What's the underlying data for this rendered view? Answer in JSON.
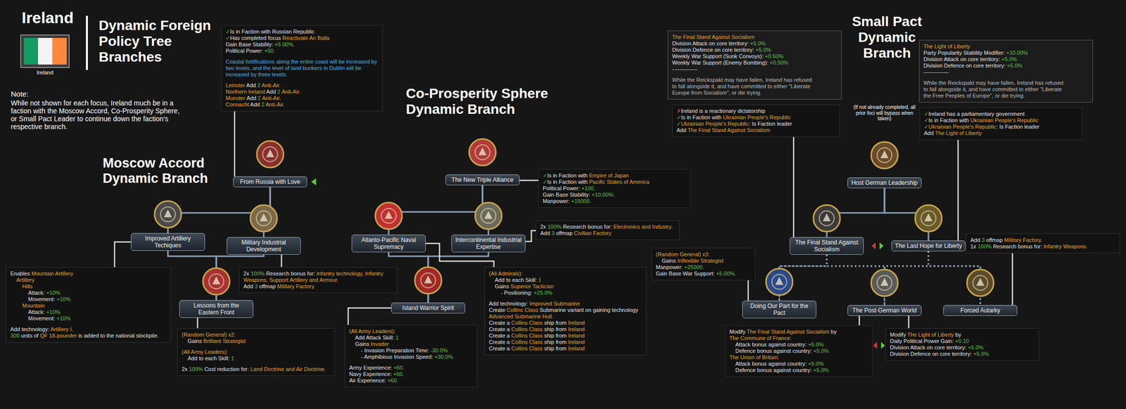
{
  "diagram": {
    "title": "Dynamic Foreign Policy Tree Branches",
    "nodes": [
      {
        "text": [
          "✓Is in Faction with Russian Republic",
          "✓Has completed focus Reactivate An Balla",
          "Gain Base Stability: +5.00%.",
          "Political Power: +50.",
          "Coastal fortifications along the entire coast will be increased by two levels, and the level of land bunkers in Dublin will be increased by three levels.",
          "Leinster Add 2 Anti-Air.",
          "Northern Ireland Add 2 Anti-Air.",
          "Munster Add 2 Anti-Air.",
          "Connacht Add 2 Anti-Air."
        ]
      },
      {
        "text": [
          "From Russia with Love"
        ]
      },
      {
        "text": [
          "Improved Artillery Techiques"
        ]
      },
      {
        "text": [
          "Military Industrial Development"
        ]
      },
      {
        "text": [
          "Enables Mountain Artillery",
          "Artillery",
          "Hills",
          "Attack: +10%",
          "Movement: +10%",
          "Mountain",
          "Attack: +10%",
          "Movement: +10%",
          "Add technology: Artillery I.",
          "300 units of QF 18-pounder is added to the national stockpile."
        ]
      },
      {
        "text": [
          "2x 100% Research bonus for: Infantry technology, Infantry Weapons, Support Artillery and Armour.",
          "Add 3 offmap Military Factory."
        ]
      },
      {
        "text": [
          "Lessons from the Eastern Front"
        ]
      },
      {
        "text": [
          "(Random General) x2:",
          "Gains Brilliant Strategist",
          "(All Army Leaders):",
          "Add to each Skill: 1",
          "2x 100% Cost reduction for: Land Doctrine and Air Doctrine."
        ]
      },
      {
        "text": [
          "The New Triple Alliance"
        ]
      },
      {
        "text": [
          "✓Is in Faction with Empire of Japan",
          "✓Is in Faction with Pacific States of America",
          "Political Power: +100.",
          "Gain Base Stability: +10.00%.",
          "Manpower: +15000."
        ]
      },
      {
        "text": [
          "Atlanto-Pacific Naval Supremacy"
        ]
      },
      {
        "text": [
          "Intercontinental Industrial Expertise"
        ]
      },
      {
        "text": [
          "2x 100% Research bonus for: Electronics and Industry.",
          "Add 3 offmap Civilian Factory."
        ]
      },
      {
        "text": [
          "Island Warrior Spirit"
        ]
      },
      {
        "text": [
          "(All Army Leaders):",
          "Add Attack Skill: 1",
          "Gains Invader",
          "- Invasion Preparation Time: -30.0%",
          "- Amphibious Invasion Speed: +30.0%",
          "Army Experience: +60.",
          "Navy Experience: +60.",
          "Air Experience: +60."
        ]
      },
      {
        "text": [
          "(All Admirals):",
          "Add to each Skill: 1",
          "Gains Superior Tactician",
          "- Positioning: +25.0%",
          "Add technology: Improved Submarine",
          "Create Collins Class Submarine variant on gaining technology Advanced Submarine Hull.",
          "Create a Collins Class ship from Ireland",
          "Create a Collins Class ship from Ireland",
          "Create a Collins Class ship from Ireland",
          "Create a Collins Class ship from Ireland",
          "Create a Collins Class ship from Ireland"
        ]
      },
      {
        "text": [
          "The Final Stand Against Socialism",
          "Division Attack on core territory: +5.0%",
          "Division Defence on core territory: +5.0%",
          "Weekly War Support (Sunk Convoys): +0.50%",
          "Weekly War Support (Enemy Bombing): +0.50%",
          "--------------",
          "While the Reickspakt may have fallen, Ireland has refused to fall alongside it, and have committed to either \"Liberate Europe from Socialism\", or die trying."
        ]
      },
      {
        "text": [
          "✗Ireland is a reactionary dictatorship",
          "✓Is in Faction with Ukrainian People's Republic",
          "✓Ukrainian People's Republic: Is Faction leader",
          "Add The Final Stand Against Socialism"
        ]
      },
      {
        "text": [
          "The Light of Liberty",
          "Party Popularity Stability Modifier: +10.00%",
          "Division Attack on core territory: +5.0%",
          "Division Defence on core territory: +5.0%",
          "--------------",
          "While the Reickspakt may have fallen, Ireland has refused to fall alongside it, and have committed to either \"Liberate the Free Peoples of Europe\", or die trying."
        ]
      },
      {
        "text": [
          "✓Ireland has a parliamentary government",
          "✓Is in Faction with Ukrainian People's Republic",
          "✓Ukrainian People's Republic: Is Faction leader",
          "Add The Light of Liberty"
        ]
      },
      {
        "text": [
          "Host German Leadership"
        ]
      },
      {
        "text": [
          "The Final Stand Against Socialism"
        ]
      },
      {
        "text": [
          "The Last Hope for Liberty"
        ]
      },
      {
        "text": [
          "(Random General) x3:",
          "Gains Inflexible Strategist",
          "Manpower: +25000.",
          "Gain Base War Support: +5.00%."
        ]
      },
      {
        "text": [
          "Add 3 offmap Military Factory.",
          "1x 100% Research bonus for: Infantry Weapons."
        ]
      },
      {
        "text": [
          "Doing Our Part for the Pact"
        ]
      },
      {
        "text": [
          "The Post-German World"
        ]
      },
      {
        "text": [
          "Forced Autarky"
        ]
      },
      {
        "text": [
          "Modify The Final Stand Against Socialism by",
          "The Commune of France:",
          "Attack bonus against country: +5.0%",
          "Defence bonus against country: +5.0%",
          "The Union of Britain:",
          "Attack bonus against country: +5.0%",
          "Defence bonus against country: +5.0%"
        ]
      },
      {
        "text": [
          "Modify The Light of Liberty by",
          "Daily Political Power Gain: +0.10",
          "Division Attack on core territory: +5.0%",
          "Division Defence on core territory: +5.0%"
        ]
      }
    ],
    "edges": [
      {
        "from": 1,
        "to": 2,
        "arrow": "none"
      },
      {
        "from": 1,
        "to": 3,
        "arrow": "none"
      },
      {
        "from": 2,
        "to": 6,
        "arrow": "none"
      },
      {
        "from": 3,
        "to": 6,
        "arrow": "none"
      },
      {
        "from": 8,
        "to": 10,
        "arrow": "none"
      },
      {
        "from": 8,
        "to": 11,
        "arrow": "none"
      },
      {
        "from": 10,
        "to": 13,
        "arrow": "none"
      },
      {
        "from": 11,
        "to": 13,
        "arrow": "none"
      },
      {
        "from": 20,
        "to": 21,
        "arrow": "none"
      },
      {
        "from": 20,
        "to": 22,
        "arrow": "none"
      },
      {
        "from": 21,
        "to": 25,
        "arrow": "none"
      },
      {
        "from": 21,
        "to": 26,
        "arrow": "none"
      },
      {
        "from": 21,
        "to": 27,
        "arrow": "none"
      },
      {
        "from": 22,
        "to": 25,
        "arrow": "none"
      },
      {
        "from": 22,
        "to": 26,
        "arrow": "none"
      },
      {
        "from": 22,
        "to": 27,
        "arrow": "none"
      },
      {
        "from": 1,
        "to": 0,
        "arrow": "none"
      },
      {
        "from": 2,
        "to": 4,
        "arrow": "none"
      },
      {
        "from": 3,
        "to": 5,
        "arrow": "none"
      },
      {
        "from": 6,
        "to": 7,
        "arrow": "none"
      },
      {
        "from": 8,
        "to": 9,
        "arrow": "none"
      },
      {
        "from": 11,
        "to": 12,
        "arrow": "none"
      },
      {
        "from": 13,
        "to": 14,
        "arrow": "none"
      },
      {
        "from": 10,
        "to": 15,
        "arrow": "none"
      },
      {
        "from": 21,
        "to": 17,
        "arrow": "none"
      },
      {
        "from": 22,
        "to": 19,
        "arrow": "none"
      },
      {
        "from": 25,
        "to": 23,
        "arrow": "none"
      },
      {
        "from": 27,
        "to": 24,
        "arrow": "none"
      },
      {
        "from": 26,
        "to": 28,
        "arrow": "none"
      },
      {
        "from": 26,
        "to": 29,
        "arrow": "none"
      }
    ],
    "labels": [
      "Ireland",
      "Ireland",
      "Note:",
      "While not shown for each focus, Ireland much be in a faction with the Moscow Accord, Co-Prosperity Sphere, or Small Pact Leader to continue down the faction's respective branch.",
      "Moscow Accord Dynamic Branch",
      "Co-Prosperity Sphere Dynamic Branch",
      "Small Pact Dynamic Branch",
      "(If not already completed, all prior foci will bypass when taken)"
    ]
  }
}
